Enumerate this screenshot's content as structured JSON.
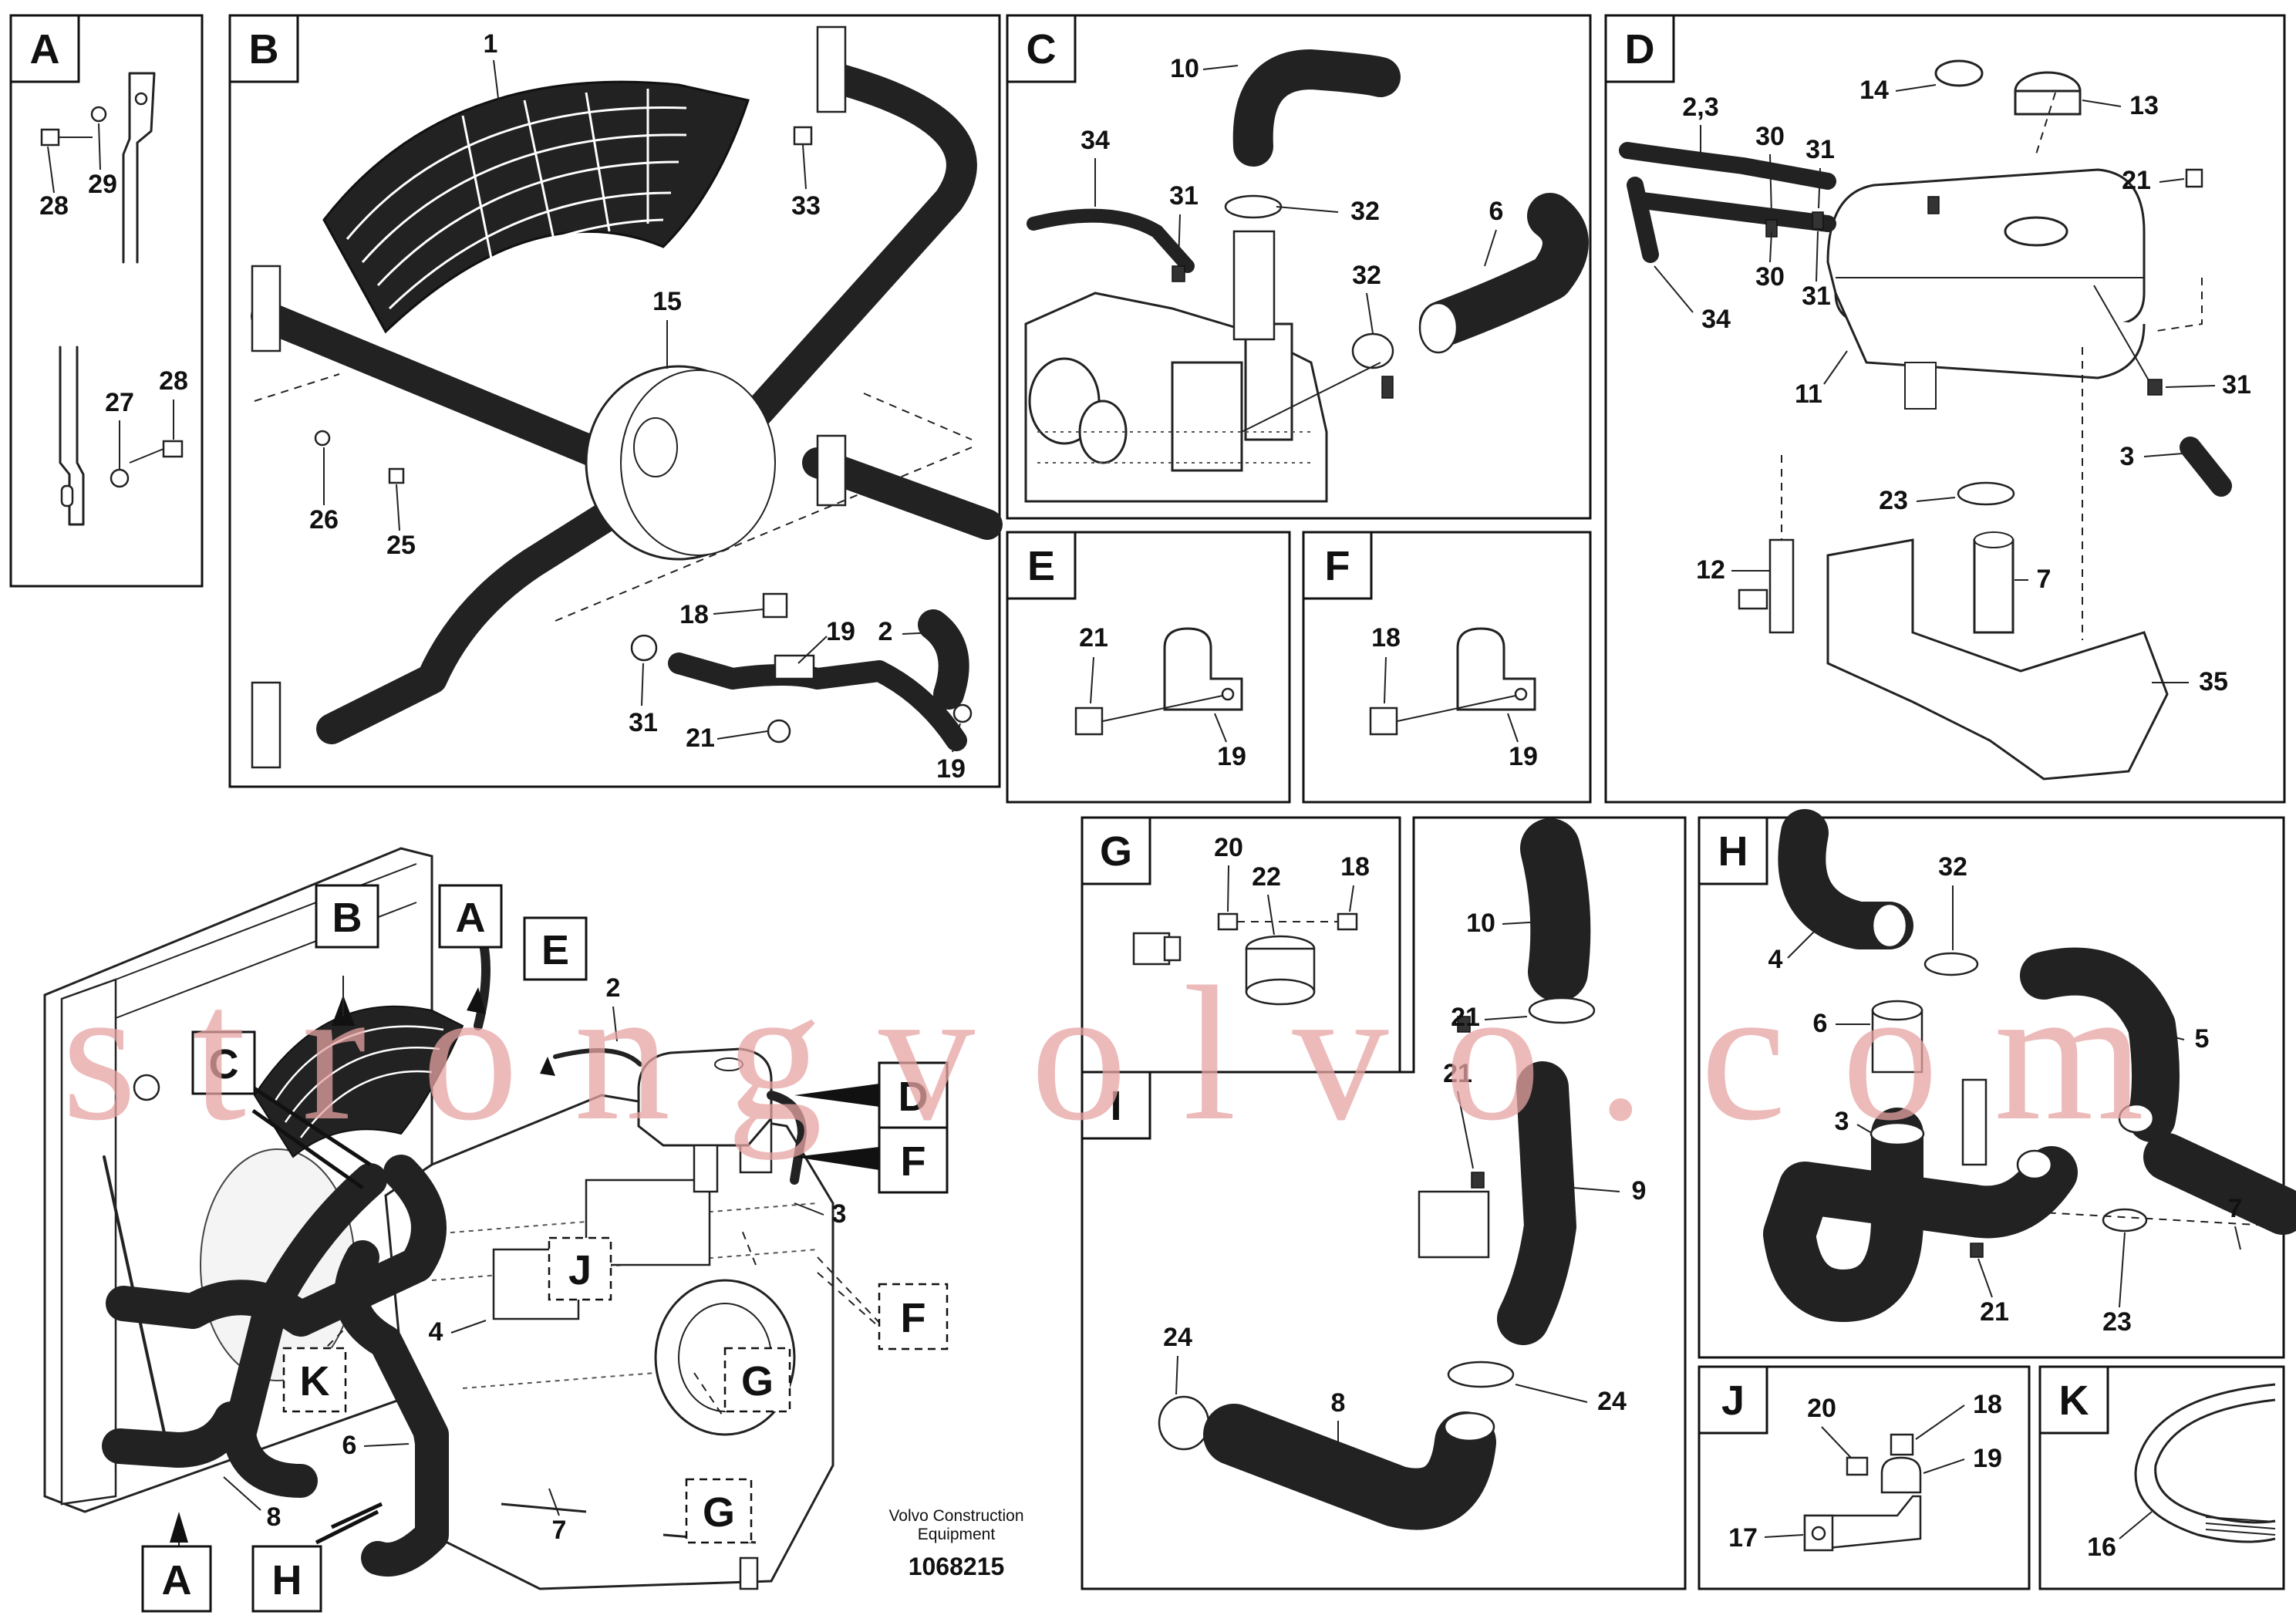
{
  "panels": {
    "a": {
      "letter": "A",
      "labels": [
        "28",
        "29",
        "27",
        "28"
      ]
    },
    "b": {
      "letter": "B",
      "labels": [
        "1",
        "33",
        "15",
        "26",
        "25",
        "18",
        "19",
        "2",
        "31",
        "21",
        "19"
      ]
    },
    "c": {
      "letter": "C",
      "labels": [
        "10",
        "34",
        "31",
        "32",
        "6",
        "32"
      ]
    },
    "d": {
      "letter": "D",
      "labels": [
        "14",
        "13",
        "2,3",
        "30",
        "31",
        "21",
        "34",
        "30",
        "31",
        "11",
        "31",
        "3",
        "23",
        "12",
        "7",
        "35"
      ]
    },
    "e": {
      "letter": "E",
      "labels": [
        "21",
        "19"
      ]
    },
    "f": {
      "letter": "F",
      "labels": [
        "18",
        "19"
      ]
    },
    "g": {
      "letter": "G",
      "labels": [
        "20",
        "22",
        "18"
      ]
    },
    "i": {
      "letter": "I",
      "labels": [
        "10",
        "21",
        "21",
        "9",
        "24",
        "8",
        "24"
      ]
    },
    "h": {
      "letter": "H",
      "labels": [
        "32",
        "4",
        "6",
        "5",
        "3",
        "7",
        "21",
        "23"
      ]
    },
    "j": {
      "letter": "J",
      "labels": [
        "20",
        "18",
        "19",
        "17"
      ]
    },
    "k": {
      "letter": "K",
      "labels": [
        "16"
      ]
    }
  },
  "overview": {
    "callouts": [
      "B",
      "A",
      "E",
      "C",
      "D",
      "F",
      "J",
      "F",
      "K",
      "G",
      "G",
      "A",
      "H"
    ],
    "numbers": [
      "2",
      "3",
      "4",
      "6",
      "7",
      "8"
    ]
  },
  "caption": {
    "line1": "Volvo Construction",
    "line2": "Equipment",
    "number": "1068215"
  },
  "watermark": "strongvolvo.com"
}
